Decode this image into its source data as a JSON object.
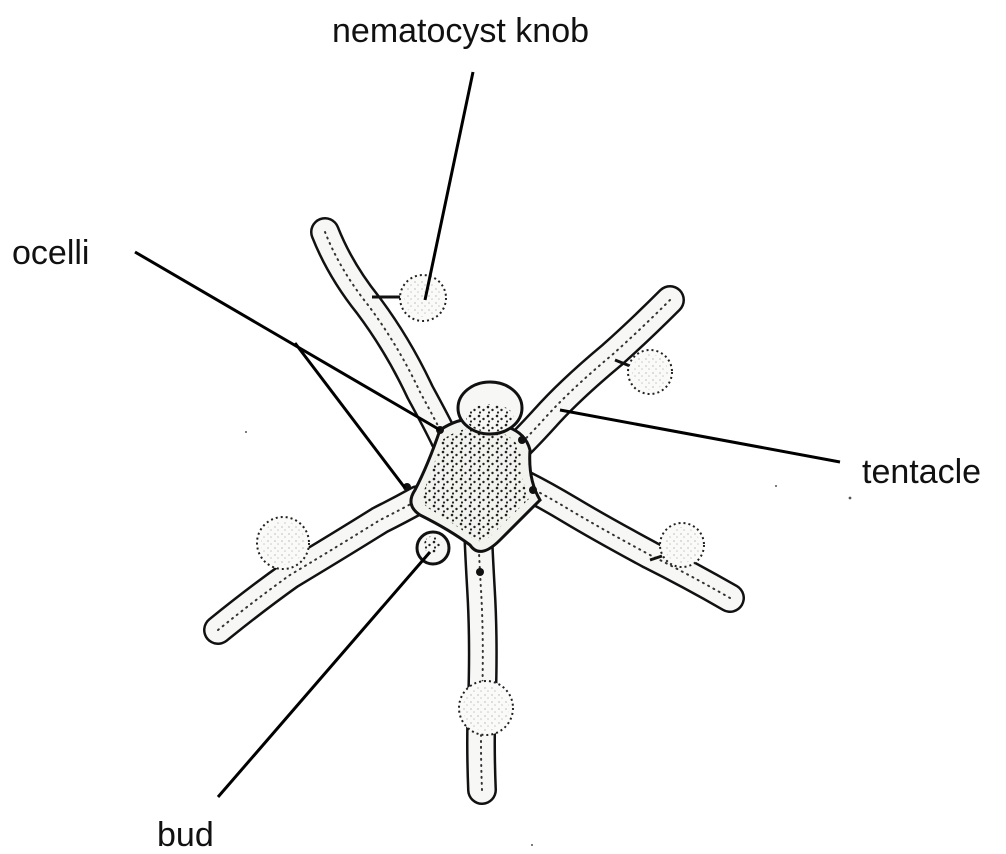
{
  "labels": {
    "nematocyst_knob": "nematocyst knob",
    "ocelli": "ocelli",
    "tentacle": "tentacle",
    "bud": "bud"
  },
  "colors": {
    "ink": "#111111",
    "body_fill": "#f2f2ef",
    "background": "#ffffff"
  }
}
